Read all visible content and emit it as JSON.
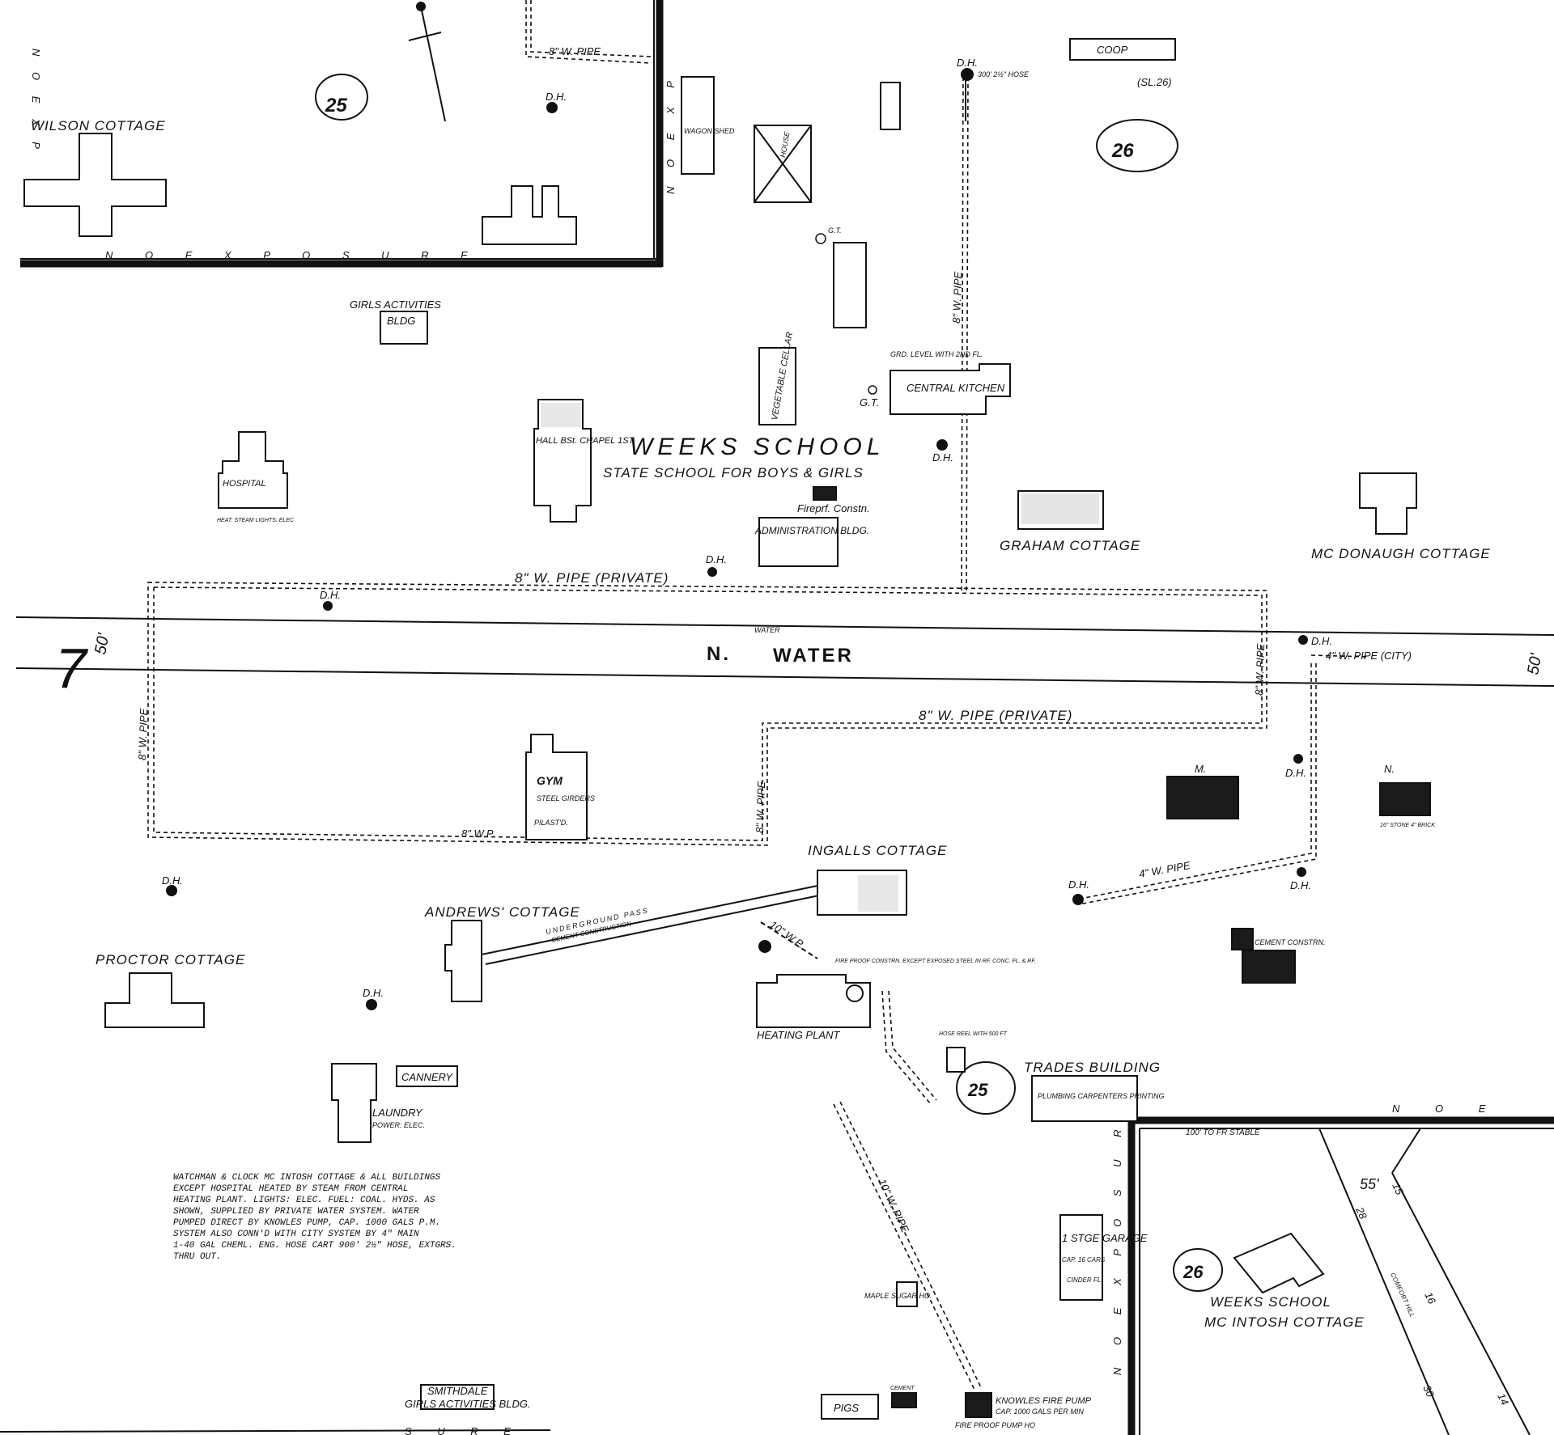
{
  "map": {
    "sheet_number": "7",
    "street": {
      "prefix": "N.",
      "name": "WATER",
      "small_label": "WATER",
      "width_left": "50'",
      "width_right": "50'"
    },
    "school": {
      "title": "WEEKS SCHOOL",
      "subtitle": "STATE SCHOOL FOR BOYS & GIRLS"
    },
    "buildings": {
      "wilson_cottage": "WILSON COTTAGE",
      "girls_activities": "GIRLS ACTIVITIES",
      "girls_activities_bldg": "BLDG",
      "hospital": "HOSPITAL",
      "hospital_note": "HEAT: STEAM LIGHTS: ELEC",
      "hall_chapel": "HALL BSt. CHAPEL 1ST",
      "vegetable_cellar": "VEGETABLE CELLAR",
      "central_kitchen": "CENTRAL KITCHEN",
      "central_kitchen_note": "GRD. LEVEL WITH 2ND FL.",
      "fireproof": "Fireprf. Constn.",
      "administration": "ADMINISTRATION BLDG.",
      "graham_cottage": "GRAHAM COTTAGE",
      "mcdonaugh_cottage": "MC DONAUGH COTTAGE",
      "coop": "COOP",
      "wagon_shed": "WAGON SHED",
      "house": "HOUSE",
      "gym": "GYM",
      "gym_note1": "STEEL GIRDERS",
      "gym_note2": "PILAST'D.",
      "ingalls_cottage": "INGALLS COTTAGE",
      "andrews_cottage": "ANDREWS' COTTAGE",
      "proctor_cottage": "PROCTOR COTTAGE",
      "cannery": "CANNERY",
      "laundry": "LAUNDRY",
      "laundry_note": "POWER: ELEC.",
      "heating_plant": "HEATING PLANT",
      "heating_note": "FIRE PROOF CONSTRN. EXCEPT EXPOSED STEEL IN RF. CONC. FL. & RF.",
      "hose_reel": "HOSE REEL WITH 500 FT",
      "trades_building": "TRADES BUILDING",
      "trades_note": "PLUMBING CARPENTERS PRINTING",
      "cement_constr": "CEMENT CONSTRN.",
      "stone_brick": "16\" STONE 4\" BRICK",
      "garage": "1 STGE GARAGE",
      "garage_note": "CAP. 16 CARS",
      "cinder": "CINDER FL.",
      "mcintosh_school": "WEEKS SCHOOL",
      "mcintosh_cottage": "MC INTOSH COTTAGE",
      "maple_sugar": "MAPLE SUGAR HO.",
      "pigs": "PIGS",
      "cement": "CEMENT",
      "knowles_pump": "KNOWLES FIRE PUMP",
      "knowles_note": "CAP. 1000 GALS PER MIN",
      "fire_proof_pump": "FIRE PROOF PUMP HO",
      "smithdale": "SMITHDALE",
      "smithdale_bldg": "GIRLS ACTIVITIES BLDG.",
      "m_label": "M.",
      "n_label": "N."
    },
    "pipes": {
      "p1": "8\" W. PIPE",
      "p2": "8\" W. PIPE",
      "p3": "8\" W. PIPE (PRIVATE)",
      "p4": "8\" W. PIPE",
      "p5": "8\" W. PIPE (PRIVATE)",
      "p6": "8\" W. PIPE",
      "p7": "8\" W.P.",
      "p8": "8\" W. PIPE",
      "p9": "4\" W. PIPE (CITY)",
      "p10": "4\" W. PIPE",
      "p11": "10\" W.P.",
      "p12": "10\" W. PIPE",
      "underground": "UNDERGROUND PASS",
      "underground2": "CEMENT CONSTRUCTION",
      "hose_300": "300' 2½\" HOSE"
    },
    "exposure": {
      "top": "N O   E X P O S U R E",
      "right_side": "N O   E X P",
      "bottom_right_top": "N   O   E",
      "bottom_right_side": "N O   E X P O S U R E",
      "bottom": "S U R E",
      "left": "N O   E X P"
    },
    "hydrant": "D.H.",
    "gate": "G.T.",
    "block_numbers": {
      "b25a": "25",
      "b26a": "26",
      "b25b": "25",
      "b26b": "26"
    },
    "road_numbers": {
      "n55": "55'",
      "n28": "28",
      "n15": "15",
      "n16": "16",
      "n30": "30",
      "n14": "14",
      "comfort": "COMFORT HILL"
    },
    "stable_note": "100' TO FR STABLE",
    "sl26": "(SL.26)",
    "note": [
      "WATCHMAN & CLOCK MC INTOSH COTTAGE & ALL BUILDINGS",
      "EXCEPT HOSPITAL HEATED BY STEAM FROM CENTRAL",
      "HEATING PLANT. LIGHTS: ELEC. FUEL: COAL. HYDS. AS",
      "SHOWN, SUPPLIED BY PRIVATE WATER SYSTEM. WATER",
      "PUMPED DIRECT BY KNOWLES PUMP, CAP. 1000 GALS P.M.",
      "SYSTEM ALSO CONN'D WITH CITY SYSTEM BY 4\" MAIN",
      "1-40 GAL CHEML. ENG. HOSE CART 900' 2½\" HOSE, EXTGRS.",
      "THRU OUT."
    ]
  }
}
